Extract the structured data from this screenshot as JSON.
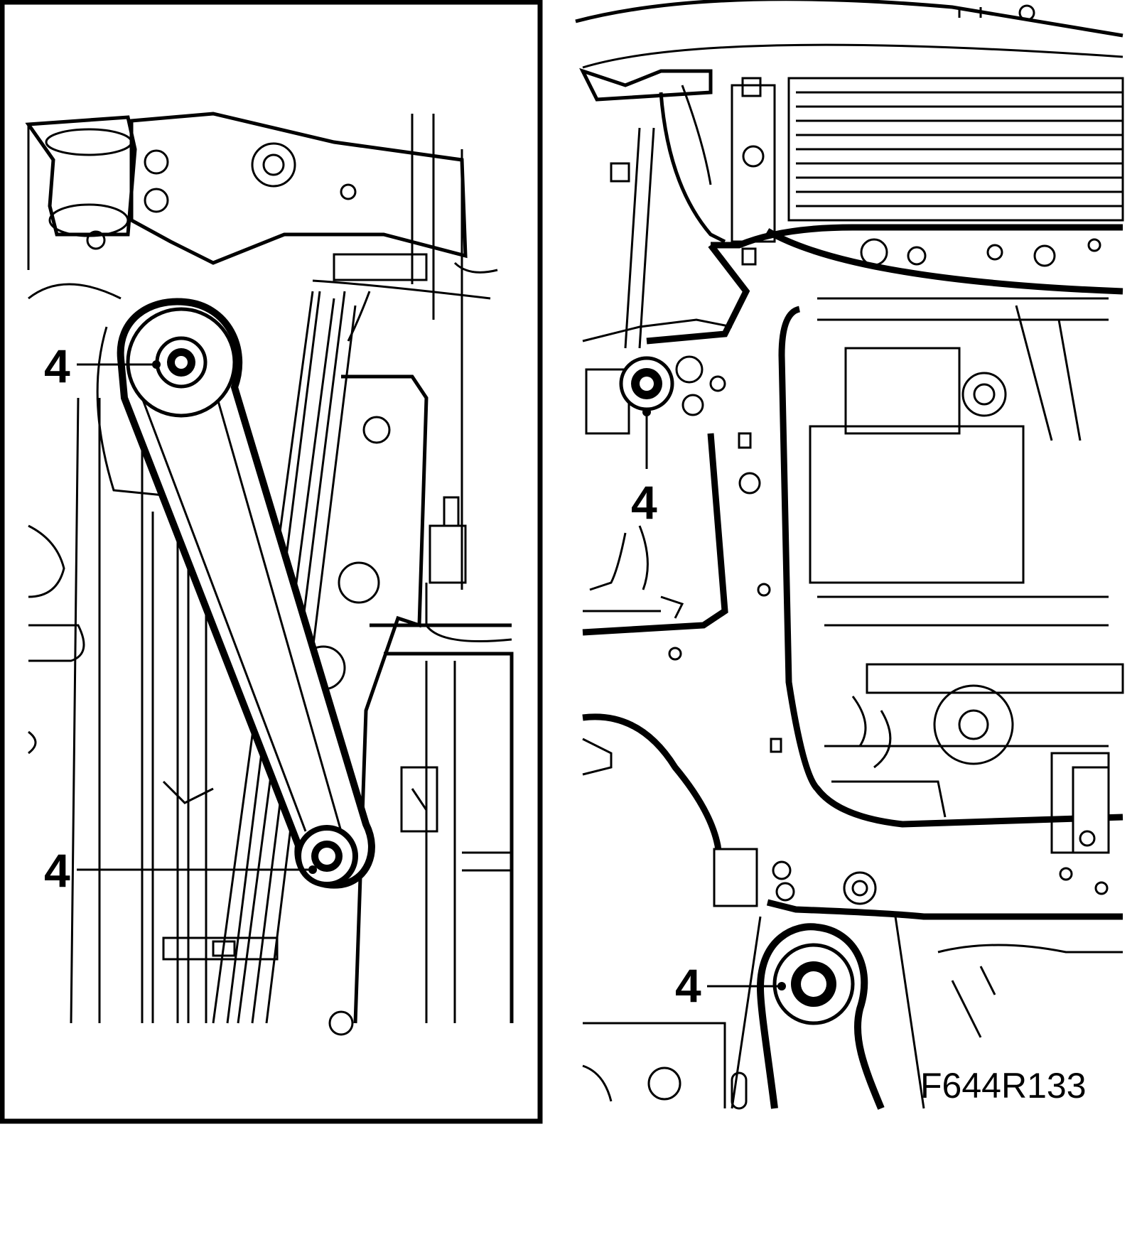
{
  "figure": {
    "code": "F644R133",
    "callouts": [
      {
        "id": "left-upper",
        "label": "4"
      },
      {
        "id": "left-lower",
        "label": "4"
      },
      {
        "id": "right-upper",
        "label": "4"
      },
      {
        "id": "right-lower",
        "label": "4"
      }
    ]
  }
}
